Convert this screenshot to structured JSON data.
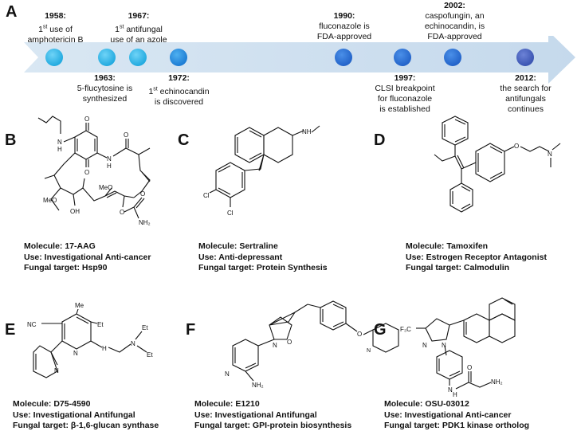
{
  "panels": {
    "A": "A",
    "B": "B",
    "C": "C",
    "D": "D",
    "E": "E",
    "F": "F",
    "G": "G"
  },
  "timeline": {
    "events": [
      {
        "year": "1958:",
        "pre": "1",
        "sup": "st",
        "post": " use of",
        "line2": "amphotericin B"
      },
      {
        "year": "1963:",
        "line1": "5-flucytosine is",
        "line2": "synthesized"
      },
      {
        "year": "1967:",
        "pre": "1",
        "sup": "st",
        "post": " antifungal",
        "line2": "use of an azole"
      },
      {
        "year": "1972:",
        "pre": "1",
        "sup": "st",
        "post": " echinocandin",
        "line2": "is discovered"
      },
      {
        "year": "1990:",
        "line1": "fluconazole is",
        "line2": "FDA-approved"
      },
      {
        "year": "1997:",
        "line1": "CLSI breakpoint",
        "line2": "for fluconazole",
        "line3": "is established"
      },
      {
        "year": "2002:",
        "line1": "caspofungin, an",
        "line2": "echinocandin, is",
        "line3": "FDA-approved"
      },
      {
        "year": "2012:",
        "line1": "the search for",
        "line2": "antifungals",
        "line3": "continues"
      }
    ],
    "colors": {
      "arrow": "#cfe0ef",
      "dot_light": "#29b5e8",
      "dot_mid": "#1f7fd6",
      "dot_dark": "#3a5cb8",
      "dot_last": "#5866b0"
    }
  },
  "molecules": [
    {
      "molecule": "Molecule: 17-AAG",
      "use": "Use: Investigational Anti-cancer",
      "target": "Fungal target: Hsp90",
      "atoms": {
        "n1": "N",
        "h1": "H",
        "o1": "O",
        "o2": "O",
        "n2": "N",
        "h2": "H",
        "o3": "O",
        "meo1": "MeO",
        "meo2": "MeO",
        "oh": "OH",
        "o4": "O",
        "o5": "O",
        "o6": "O",
        "nh2": "NH₂"
      }
    },
    {
      "molecule": "Molecule: Sertraline",
      "use": "Use: Anti-depressant",
      "target": "Fungal target: Protein Synthesis",
      "atoms": {
        "nh": "NH",
        "cl1": "Cl",
        "cl2": "Cl"
      }
    },
    {
      "molecule": "Molecule: Tamoxifen",
      "use": "Use: Estrogen Receptor Antagonist",
      "target": "Fungal target: Calmodulin",
      "atoms": {
        "o": "O",
        "n": "N"
      }
    },
    {
      "molecule": "Molecule: D75-4590",
      "use": "Use: Investigational Antifungal",
      "target": "Fungal target: β-1,6-glucan synthase",
      "atoms": {
        "nc": "NC",
        "me": "Me",
        "et1": "Et",
        "n1": "N",
        "n2": "N",
        "h": "H",
        "n3": "N",
        "et2": "Et",
        "et3": "Et"
      }
    },
    {
      "molecule": "Molecule: E1210",
      "use": "Use: Investigational Antifungal",
      "target": "Fungal target: GPI-protein biosynthesis",
      "atoms": {
        "o1": "O",
        "n1": "N",
        "o2": "O",
        "n2": "N",
        "n3": "N",
        "nh2": "NH₂"
      }
    },
    {
      "molecule": "Molecule: OSU-03012",
      "use": "Use: Investigational Anti-cancer",
      "target": "Fungal target: PDK1 kinase  ortholog",
      "atoms": {
        "f3c": "F₃C",
        "n1": "N",
        "n2": "N",
        "o": "O",
        "nh2": "NH₂",
        "n3": "N",
        "h": "H"
      }
    }
  ]
}
